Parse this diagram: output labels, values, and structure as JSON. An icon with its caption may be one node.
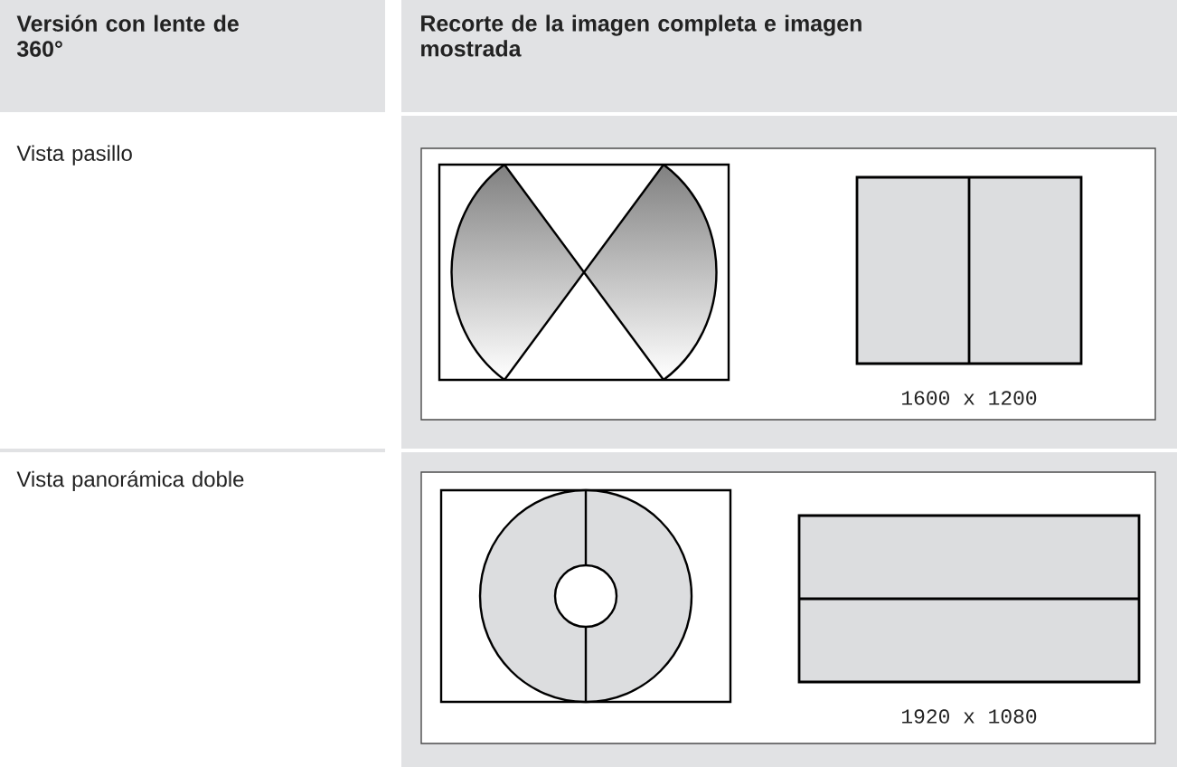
{
  "diagram": {
    "labels": [
      "Versión con lente de 360°",
      "Recorte de la imagen completa e imagen mostrada",
      "Vista pasillo",
      "1600 x 1200",
      "Vista panorámica doble",
      "1920 x 1080"
    ]
  }
}
